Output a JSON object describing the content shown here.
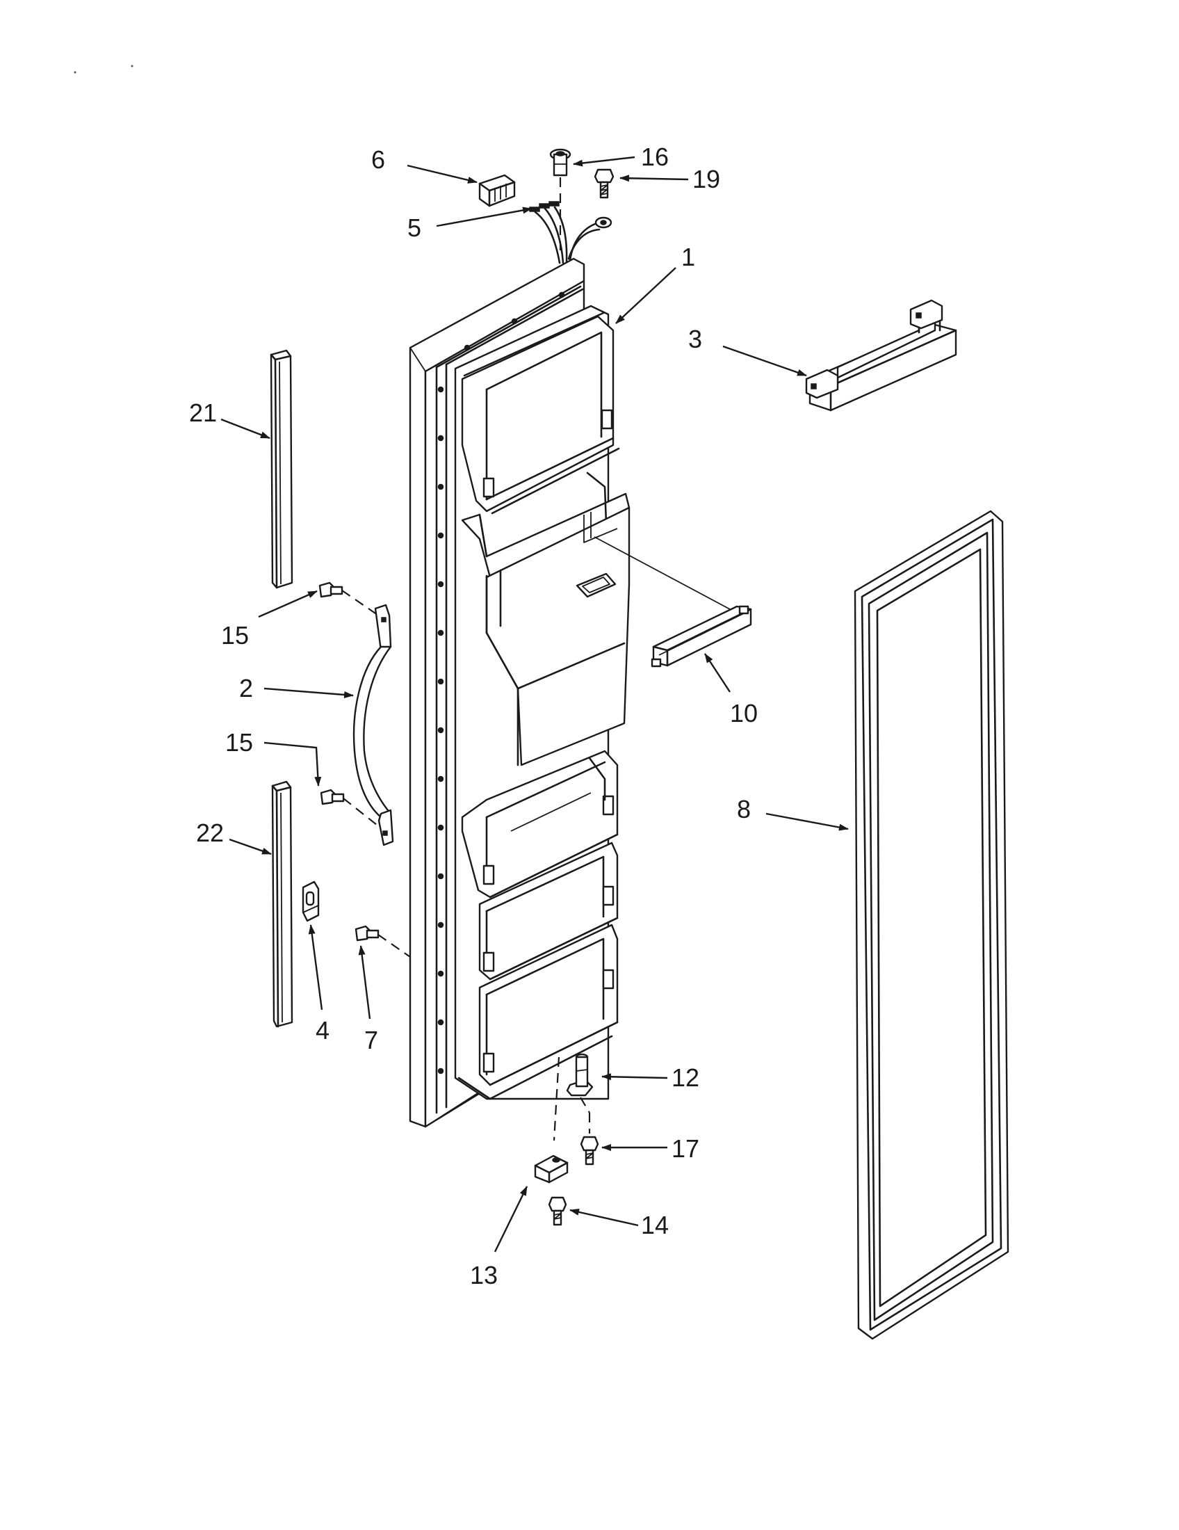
{
  "callouts": [
    {
      "id": "c1",
      "text": "1"
    },
    {
      "id": "c2",
      "text": "2"
    },
    {
      "id": "c3",
      "text": "3"
    },
    {
      "id": "c4",
      "text": "4"
    },
    {
      "id": "c5",
      "text": "5"
    },
    {
      "id": "c6",
      "text": "6"
    },
    {
      "id": "c7",
      "text": "7"
    },
    {
      "id": "c8",
      "text": "8"
    },
    {
      "id": "c10",
      "text": "10"
    },
    {
      "id": "c12",
      "text": "12"
    },
    {
      "id": "c13",
      "text": "13"
    },
    {
      "id": "c14",
      "text": "14"
    },
    {
      "id": "c15a",
      "text": "15"
    },
    {
      "id": "c15b",
      "text": "15"
    },
    {
      "id": "c16",
      "text": "16"
    },
    {
      "id": "c17",
      "text": "17"
    },
    {
      "id": "c19",
      "text": "19"
    },
    {
      "id": "c21",
      "text": "21"
    },
    {
      "id": "c22",
      "text": "22"
    }
  ]
}
